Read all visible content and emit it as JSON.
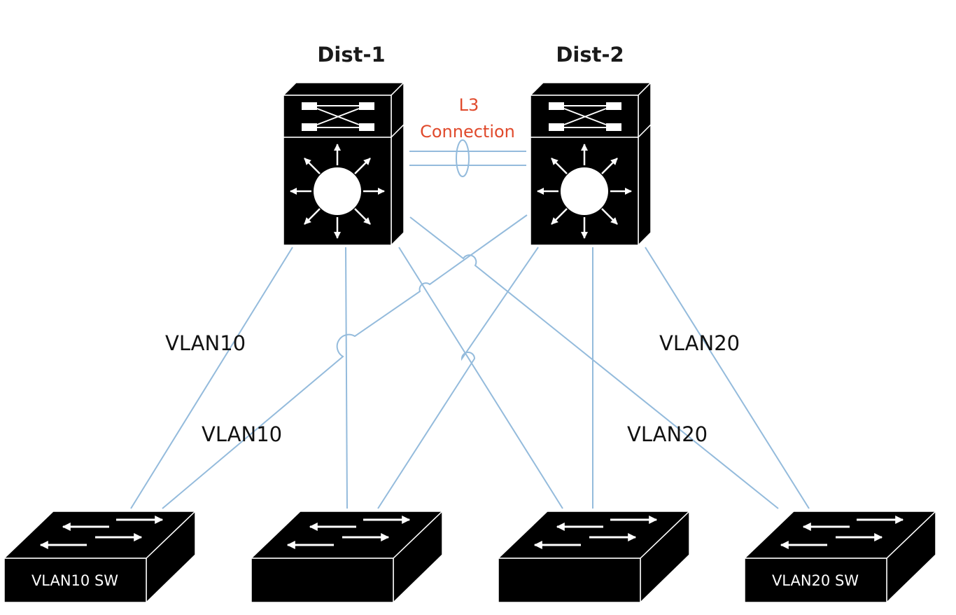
{
  "distribution_switches": [
    {
      "name": "Dist-1"
    },
    {
      "name": "Dist-2"
    }
  ],
  "interconnect": {
    "label_line1": "L3",
    "label_line2": "Connection"
  },
  "vlan_labels": [
    "VLAN10",
    "VLAN10",
    "VLAN20",
    "VLAN20"
  ],
  "access_switches": [
    {
      "label": "VLAN10 SW"
    },
    {
      "label": ""
    },
    {
      "label": ""
    },
    {
      "label": "VLAN20 SW"
    }
  ],
  "colors": {
    "link": "#94bbdc",
    "l3_label": "#e04a2c",
    "device": "#000000"
  }
}
